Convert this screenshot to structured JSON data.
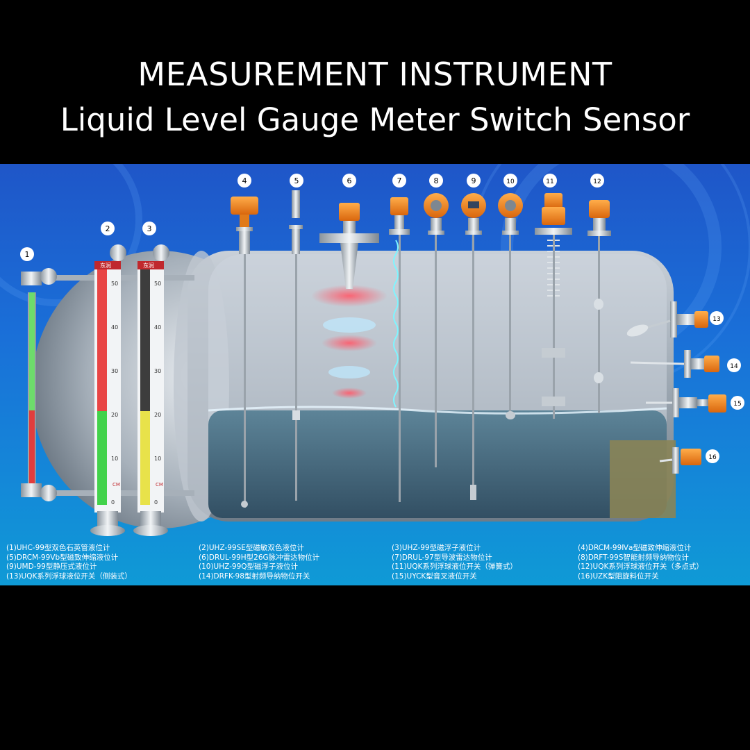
{
  "header": {
    "title_line1": "MEASUREMENT INSTRUMENT",
    "title_line2": "Liquid Level Gauge Meter Switch Sensor"
  },
  "diagram": {
    "brand_label": "东润",
    "scale_ticks": [
      "50",
      "40",
      "30",
      "20",
      "10",
      "0"
    ],
    "scale_unit": "CM",
    "callouts": [
      "1",
      "2",
      "3",
      "4",
      "5",
      "6",
      "7",
      "8",
      "9",
      "10",
      "11",
      "12",
      "13",
      "14",
      "15",
      "16"
    ]
  },
  "legend": {
    "col1": [
      "(1)UHC-99型双色石英管液位计",
      "(5)DRCM-99Ⅴb型磁致伸缩液位计",
      "(9)UMD-99型静压式液位计",
      "(13)UQK系列浮球液位开关（侧装式）"
    ],
    "col2": [
      "(2)UHZ-99SE型磁敏双色液位计",
      "(6)DRUL-99H型26G脉冲雷达物位计",
      "(10)UHZ-99Q型磁浮子液位计",
      "(14)DRFK-98型射频导纳物位开关"
    ],
    "col3": [
      "(3)UHZ-99型磁浮子液位计",
      "(7)DRUL-97型导波雷达物位计",
      "(11)UQK系列浮球液位开关（弹簧式）",
      "(15)UYCK型音叉液位开关"
    ],
    "col4": [
      "(4)DRCM-99Ⅳa型磁致伸缩液位计",
      "(8)DRFT-99S智能射频导纳物位计",
      "(12)UQK系列浮球液位开关（多点式）",
      "(16)UZK型阻旋料位开关"
    ]
  },
  "colors": {
    "background_top": "#1f56c8",
    "instrument_orange": "#f0821e",
    "tank_body": "#9aa6b2",
    "liquid": "#4d6f84"
  }
}
